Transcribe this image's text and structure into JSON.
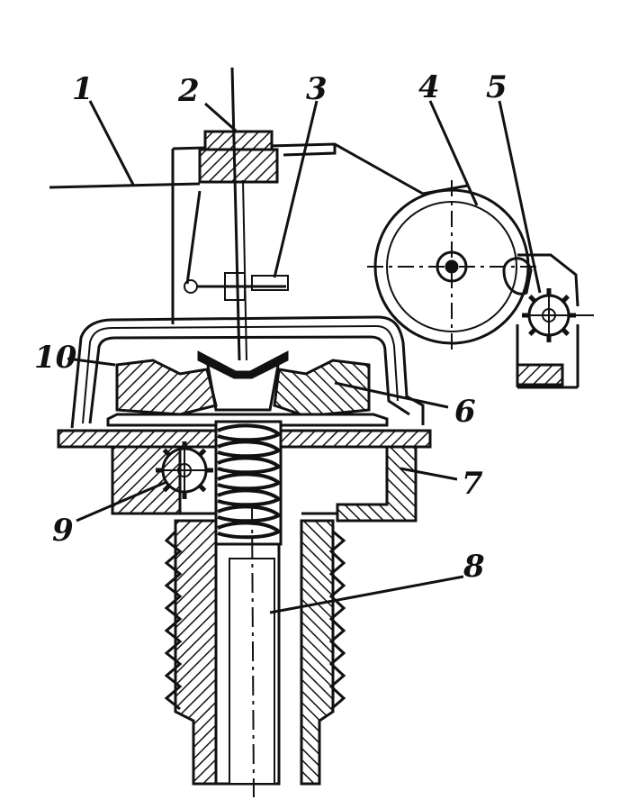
{
  "labels": [
    {
      "id": "l1",
      "text": "1"
    },
    {
      "id": "l2",
      "text": "2"
    },
    {
      "id": "l3",
      "text": "3"
    },
    {
      "id": "l4",
      "text": "4"
    },
    {
      "id": "l5",
      "text": "5"
    },
    {
      "id": "l6",
      "text": "6"
    },
    {
      "id": "l7",
      "text": "7"
    },
    {
      "id": "l8",
      "text": "8"
    },
    {
      "id": "l9",
      "text": "9"
    },
    {
      "id": "l10",
      "text": "10"
    }
  ],
  "colors": {
    "ink": "#111111",
    "paper": "#ffffff"
  }
}
